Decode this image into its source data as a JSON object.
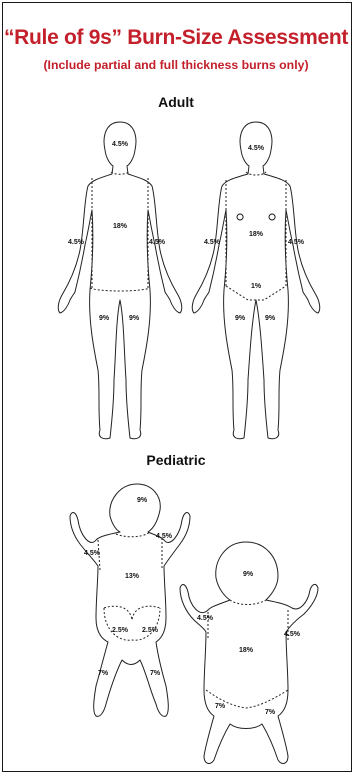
{
  "title": "“Rule of 9s” Burn-Size Assessment",
  "subtitle": "(Include partial and full thickness burns only)",
  "adult": {
    "label": "Adult",
    "back": {
      "head": "4.5%",
      "trunk": "18%",
      "left_arm": "4.5%",
      "right_arm": "4.5%",
      "left_leg": "9%",
      "right_leg": "9%"
    },
    "front": {
      "head": "4.5%",
      "trunk": "18%",
      "left_arm": "4.5%",
      "right_arm": "4.5%",
      "genitals": "1%",
      "left_leg": "9%",
      "right_leg": "9%"
    }
  },
  "pediatric": {
    "label": "Pediatric",
    "back": {
      "head": "9%",
      "left_arm": "4.5%",
      "right_arm": "4.5%",
      "trunk": "13%",
      "left_buttock": "2.5%",
      "right_buttock": "2.5%",
      "left_leg": "7%",
      "right_leg": "7%"
    },
    "front": {
      "head": "9%",
      "left_arm": "4.5%",
      "right_arm": "4.5%",
      "trunk": "18%",
      "left_leg": "7%",
      "right_leg": "7%"
    }
  }
}
